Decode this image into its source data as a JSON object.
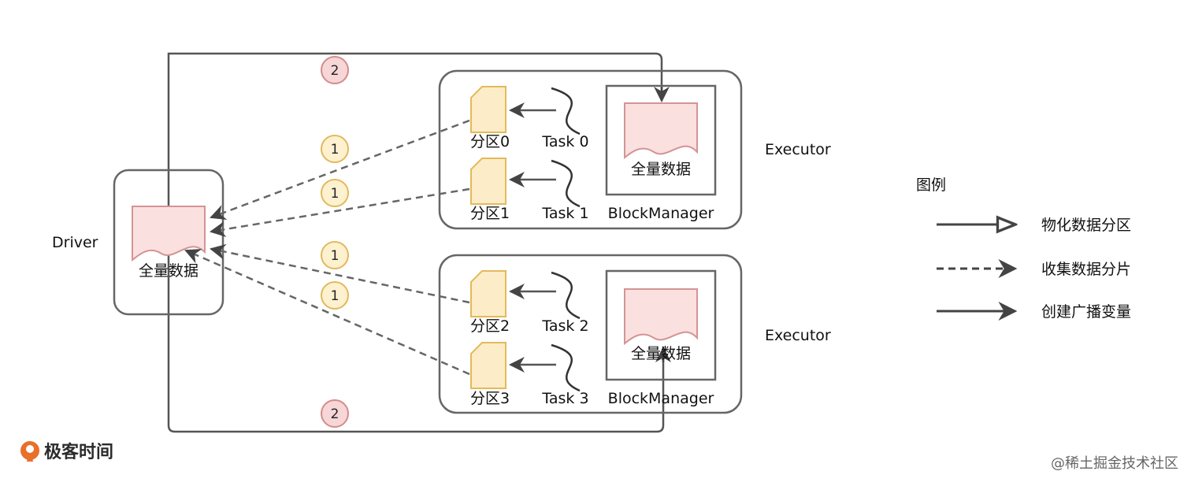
{
  "driver": {
    "label": "Driver",
    "data_label": "全量数据"
  },
  "executors": [
    {
      "label": "Executor",
      "partitions": [
        {
          "name": "分区0",
          "task": "Task 0"
        },
        {
          "name": "分区1",
          "task": "Task 1"
        }
      ],
      "block_manager": {
        "label": "BlockManager",
        "data_label": "全量数据"
      }
    },
    {
      "label": "Executor",
      "partitions": [
        {
          "name": "分区2",
          "task": "Task 2"
        },
        {
          "name": "分区3",
          "task": "Task 3"
        }
      ],
      "block_manager": {
        "label": "BlockManager",
        "data_label": "全量数据"
      }
    }
  ],
  "badges": {
    "collect": "1",
    "broadcast": "2"
  },
  "legend": {
    "title": "图例",
    "items": [
      {
        "style": "solid-hollow-arrow",
        "label": "物化数据分区"
      },
      {
        "style": "dashed-arrow",
        "label": "收集数据分片"
      },
      {
        "style": "solid-arrow",
        "label": "创建广播变量"
      }
    ]
  },
  "watermarks": {
    "logo": "极客时间",
    "corner": "@稀土掘金技术社区"
  },
  "colors": {
    "partition_fill": "#fdecc8",
    "partition_stroke": "#e3b95c",
    "data_fill": "#fbe0e0",
    "data_stroke": "#d49494",
    "badge1_fill": "#fdf1cf",
    "badge1_stroke": "#e3b95c",
    "badge2_fill": "#f6d6d6",
    "badge2_stroke": "#d48c8c",
    "frame": "#666666",
    "arrow": "#555555",
    "logo": "#e8702a"
  }
}
